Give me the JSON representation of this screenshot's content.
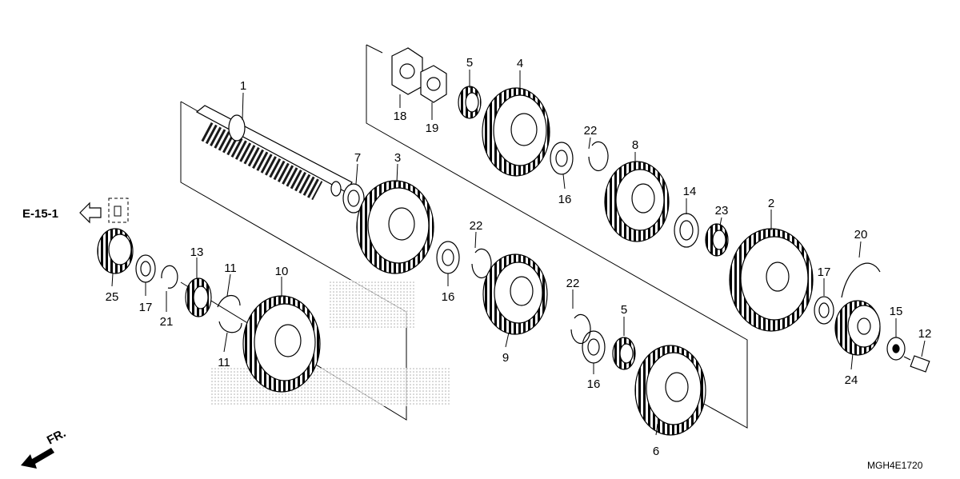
{
  "diagram": {
    "reference_code": "MGH4E1720",
    "section_ref": "E-15-1",
    "direction_label": "FR.",
    "callouts": [
      "1",
      "2",
      "3",
      "4",
      "5",
      "5",
      "6",
      "7",
      "8",
      "9",
      "10",
      "11",
      "11",
      "12",
      "13",
      "14",
      "15",
      "16",
      "16",
      "16",
      "17",
      "17",
      "18",
      "19",
      "20",
      "21",
      "22",
      "22",
      "22",
      "23",
      "24",
      "25"
    ]
  },
  "colors": {
    "line": "#000000",
    "background": "#ffffff",
    "screen": "#8a8a8a"
  },
  "icons": {
    "section": "arrow-left-icon",
    "direction": "front-arrow-icon"
  }
}
